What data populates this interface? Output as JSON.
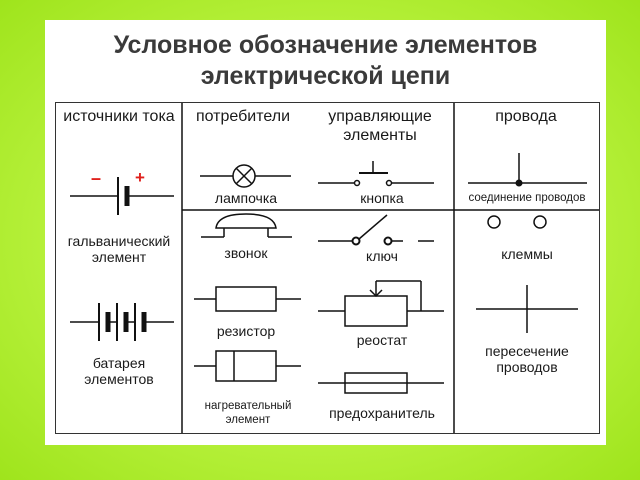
{
  "title": {
    "line1": "Условное обозначение элементов",
    "line2": "электрической цепи"
  },
  "columns": {
    "sources": "источники тока",
    "consumers": "потребители",
    "control": "управляющие элементы",
    "wires": "провода"
  },
  "labels": {
    "galvanic": "гальванический элемент",
    "battery": "батарея элементов",
    "lamp": "лампочка",
    "bell": "звонок",
    "resistor": "резистор",
    "heater": "нагревательный элемент",
    "button": "кнопка",
    "key": "ключ",
    "rheostat": "реостат",
    "fuse": "предохранитель",
    "wire_joint": "соединение проводов",
    "terminals": "клеммы",
    "wire_cross": "пересечение проводов"
  },
  "signs": {
    "minus": "–",
    "plus": "+"
  },
  "colors": {
    "background": "#b9f23e",
    "sign_color": "#e0201c",
    "line": "#111111"
  }
}
